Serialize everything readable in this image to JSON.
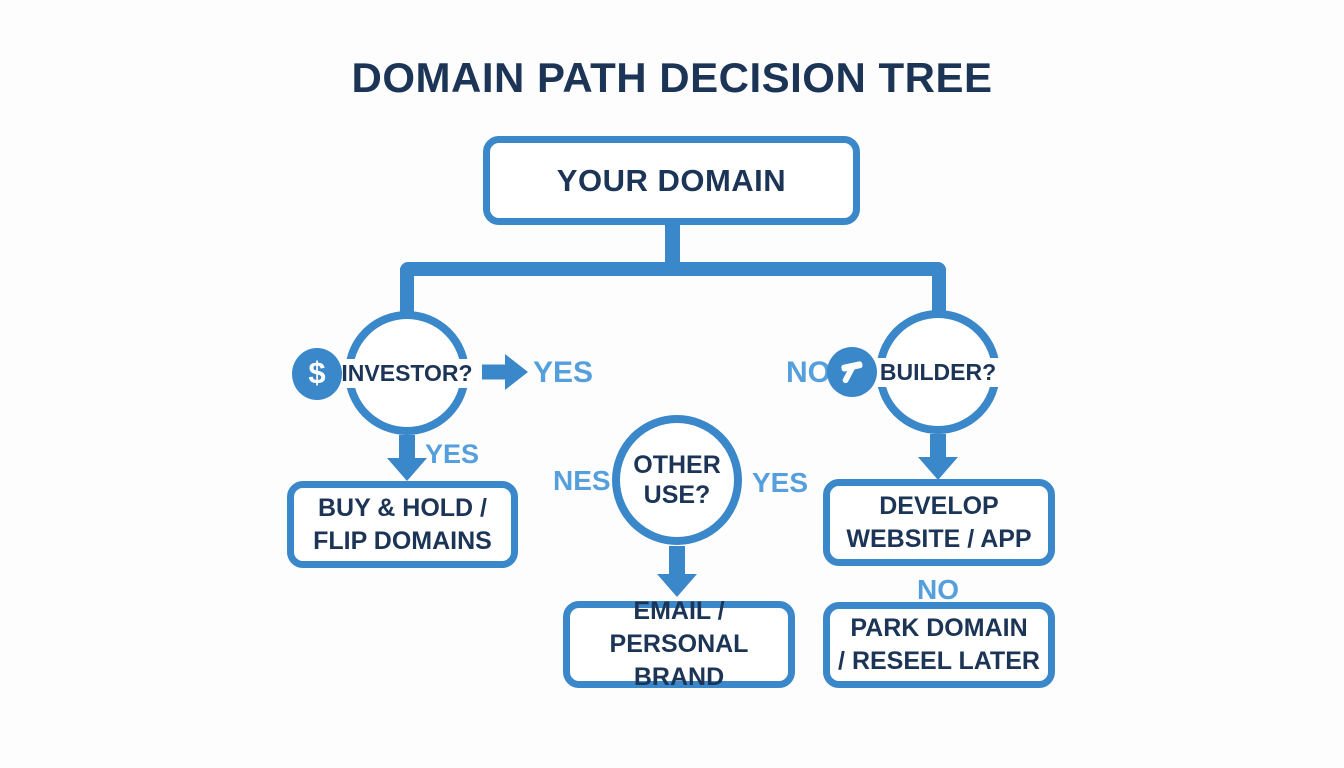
{
  "title": "DOMAIN PATH DECISION TREE",
  "root": {
    "label": "YOUR DOMAIN"
  },
  "investor": {
    "label": "INVESTOR?",
    "icon_glyph": "$",
    "right_label": "YES",
    "down_label": "YES"
  },
  "builder": {
    "label": "BUILDER?",
    "left_label": "NO"
  },
  "other": {
    "label_line1": "OTHER",
    "label_line2": "USE?",
    "left_label": "NES",
    "right_label": "YES"
  },
  "outcomes": {
    "buy": {
      "line1": "BUY & HOLD /",
      "line2": "FLIP DOMAINS"
    },
    "develop": {
      "line1": "DEVELOP",
      "line2": "WEBSITE / APP"
    },
    "email": {
      "line1": "EMAIL /",
      "line2": "PERSONAL BRAND"
    },
    "park": {
      "label_above": "NO",
      "line1": "PARK DOMAIN",
      "line2": "/ RESEEL LATER"
    }
  },
  "colors": {
    "line_blue": "#3a87c9",
    "label_blue": "#559fdc",
    "navy": "#1c3557",
    "background": "#fdfdfe"
  }
}
